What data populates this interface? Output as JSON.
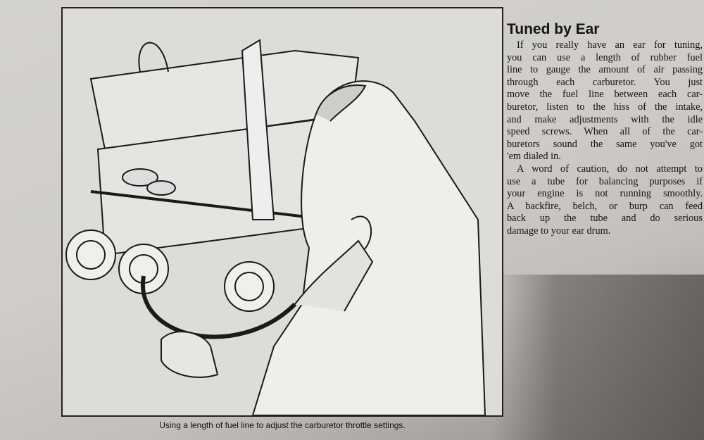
{
  "figure": {
    "caption": "Using a length of fuel line to adjust the carburetor throttle settings."
  },
  "sidebar": {
    "title": "Tuned by Ear",
    "paragraphs": [
      {
        "lines": [
          "If you really have an ear for tuning,",
          "you can  use a length of rubber fuel",
          "line to gauge the amount of air passing",
          "through each carburetor. You just",
          "move the fuel line between each car-",
          "buretor, listen to the hiss of the intake,",
          "and make adjustments with the idle",
          "speed screws. When all of the car-",
          "buretors sound the same you've got",
          "'em dialed in."
        ]
      },
      {
        "lines": [
          "A word of caution, do not attempt to",
          "use a tube for balancing purposes if",
          "your engine is not running smoothly.",
          "A backfire, belch, or  burp can feed",
          "back up the tube and do serious",
          "damage to your ear drum."
        ]
      }
    ]
  }
}
